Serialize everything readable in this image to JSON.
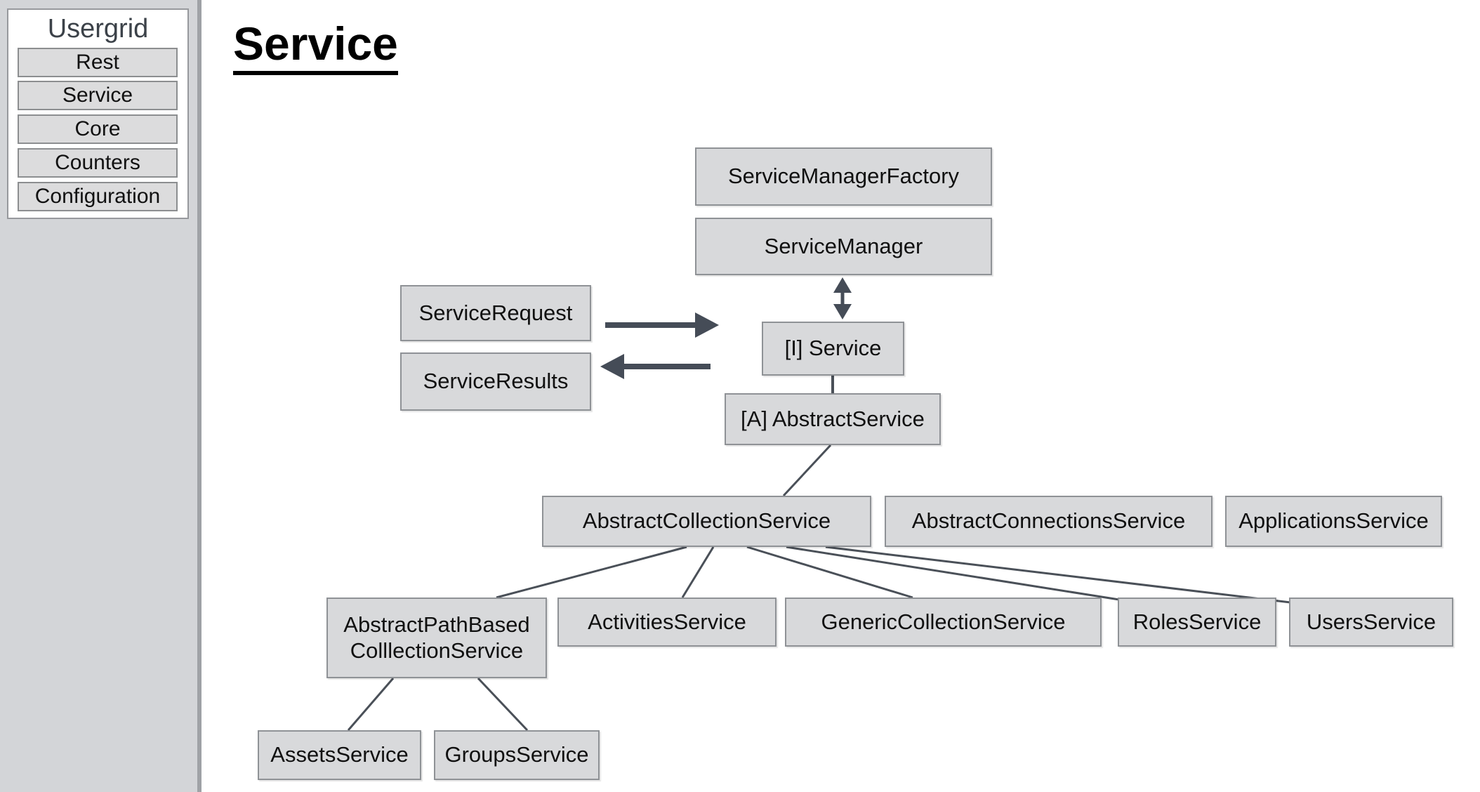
{
  "sidebar": {
    "title": "Usergrid",
    "items": [
      {
        "label": "Rest"
      },
      {
        "label": "Service"
      },
      {
        "label": "Core"
      },
      {
        "label": "Counters"
      },
      {
        "label": "Configuration"
      }
    ]
  },
  "main": {
    "title": "Service"
  },
  "diagram": {
    "nodes": {
      "serviceManagerFactory": "ServiceManagerFactory",
      "serviceManager": "ServiceManager",
      "serviceRequest": "ServiceRequest",
      "serviceResults": "ServiceResults",
      "iService": "[I] Service",
      "abstractService": "[A] AbstractService",
      "abstractCollectionService": "AbstractCollectionService",
      "abstractConnectionsService": "AbstractConnectionsService",
      "applicationsService": "ApplicationsService",
      "abstractPathBasedCollectionService": "AbstractPathBased ColllectionService",
      "activitiesService": "ActivitiesService",
      "genericCollectionService": "GenericCollectionService",
      "rolesService": "RolesService",
      "usersService": "UsersService",
      "assetsService": "AssetsService",
      "groupsService": "GroupsService"
    },
    "edges": [
      {
        "from": "serviceManager",
        "to": "iService",
        "style": "double-arrow"
      },
      {
        "from": "serviceRequest",
        "to": "iService",
        "style": "arrow-right"
      },
      {
        "from": "iService",
        "to": "serviceResults",
        "style": "arrow-left"
      },
      {
        "from": "iService",
        "to": "abstractService",
        "style": "line"
      },
      {
        "from": "abstractService",
        "to": "abstractCollectionService",
        "style": "line"
      },
      {
        "from": "abstractCollectionService",
        "to": "abstractPathBasedCollectionService",
        "style": "line"
      },
      {
        "from": "abstractCollectionService",
        "to": "activitiesService",
        "style": "line"
      },
      {
        "from": "abstractCollectionService",
        "to": "genericCollectionService",
        "style": "line"
      },
      {
        "from": "abstractCollectionService",
        "to": "rolesService",
        "style": "line"
      },
      {
        "from": "abstractCollectionService",
        "to": "usersService",
        "style": "line"
      },
      {
        "from": "abstractPathBasedCollectionService",
        "to": "assetsService",
        "style": "line"
      },
      {
        "from": "abstractPathBasedCollectionService",
        "to": "groupsService",
        "style": "line"
      }
    ],
    "colors": {
      "node_fill": "#d8d9db",
      "node_border": "#8f9296",
      "connector": "#4a5058",
      "sidebar_bg": "#d3d5d8",
      "sidebar_title_color": "#3c4249"
    }
  }
}
